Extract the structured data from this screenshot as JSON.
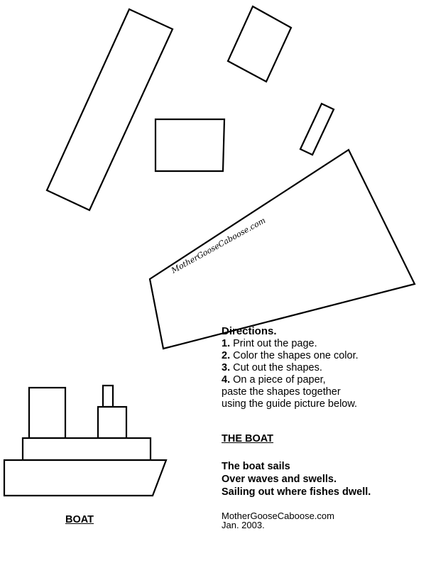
{
  "watermark": "MotherGooseCaboose.com",
  "directions": {
    "title": "Directions.",
    "steps": [
      {
        "num": "1.",
        "text": " Print out the page."
      },
      {
        "num": "2.",
        "text": " Color the shapes one color."
      },
      {
        "num": "3.",
        "text": " Cut out the shapes."
      },
      {
        "num": "4.",
        "text": " On a piece of paper,"
      }
    ],
    "continuation": [
      "paste the shapes together",
      "using the guide picture below."
    ]
  },
  "poem": {
    "title": "THE BOAT",
    "lines": [
      "The boat sails",
      "Over waves and swells.",
      "Sailing out where fishes dwell."
    ]
  },
  "credit": {
    "site": "MotherGooseCaboose.com",
    "date": "Jan. 2003."
  },
  "picture_label": "BOAT"
}
